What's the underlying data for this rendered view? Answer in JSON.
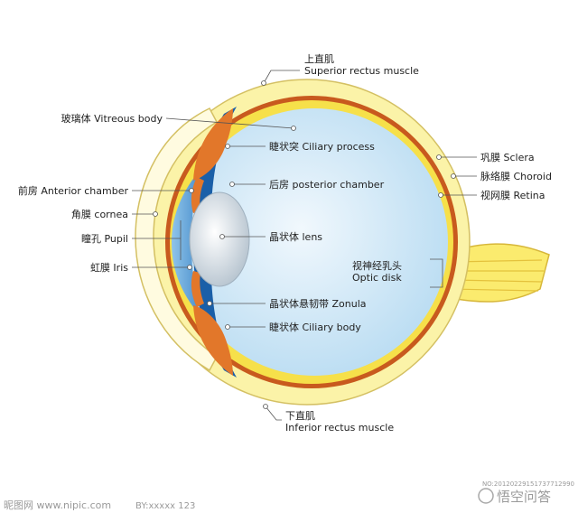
{
  "labels": {
    "superior_cn": "上直肌",
    "superior_en": "Superior rectus muscle",
    "vitreous": "玻璃体 Vitreous body",
    "ciliary_process": "睫状突  Ciliary process",
    "posterior_chamber": "后房 posterior chamber",
    "anterior_chamber": "前房 Anterior chamber",
    "cornea": "角膜 cornea",
    "pupil": "瞳孔 Pupil",
    "lens": "晶状体 lens",
    "iris": "虹膜 Iris",
    "zonula": "晶状体悬韧带 Zonula",
    "ciliary_body": "睫状体 Ciliary body",
    "inferior_cn": "下直肌",
    "inferior_en": "Inferior rectus muscle",
    "sclera": "巩膜 Sclera",
    "choroid": "脉络膜 Choroid",
    "retina": "视网膜 Retina",
    "optic_cn": "视神经乳头",
    "optic_en": "Optic disk"
  },
  "watermarks": {
    "bottom_left": "昵图网 www.nipic.com",
    "bottom_id": "BY:xxxxx 123",
    "bottom_right_code": "NO:20120229151737712990",
    "brand": "悟空问答"
  },
  "colors": {
    "sclera": "#fbf3a8",
    "choroid": "#c85a1e",
    "retina": "#f6e04a",
    "vitreous": "#d7ecf8",
    "blue_band": "#1a5fa8",
    "ciliary": "#e2772a",
    "cornea": "#fffbe0",
    "lens": "#e8eff4",
    "optic_nerve": "#fbeb6e"
  }
}
